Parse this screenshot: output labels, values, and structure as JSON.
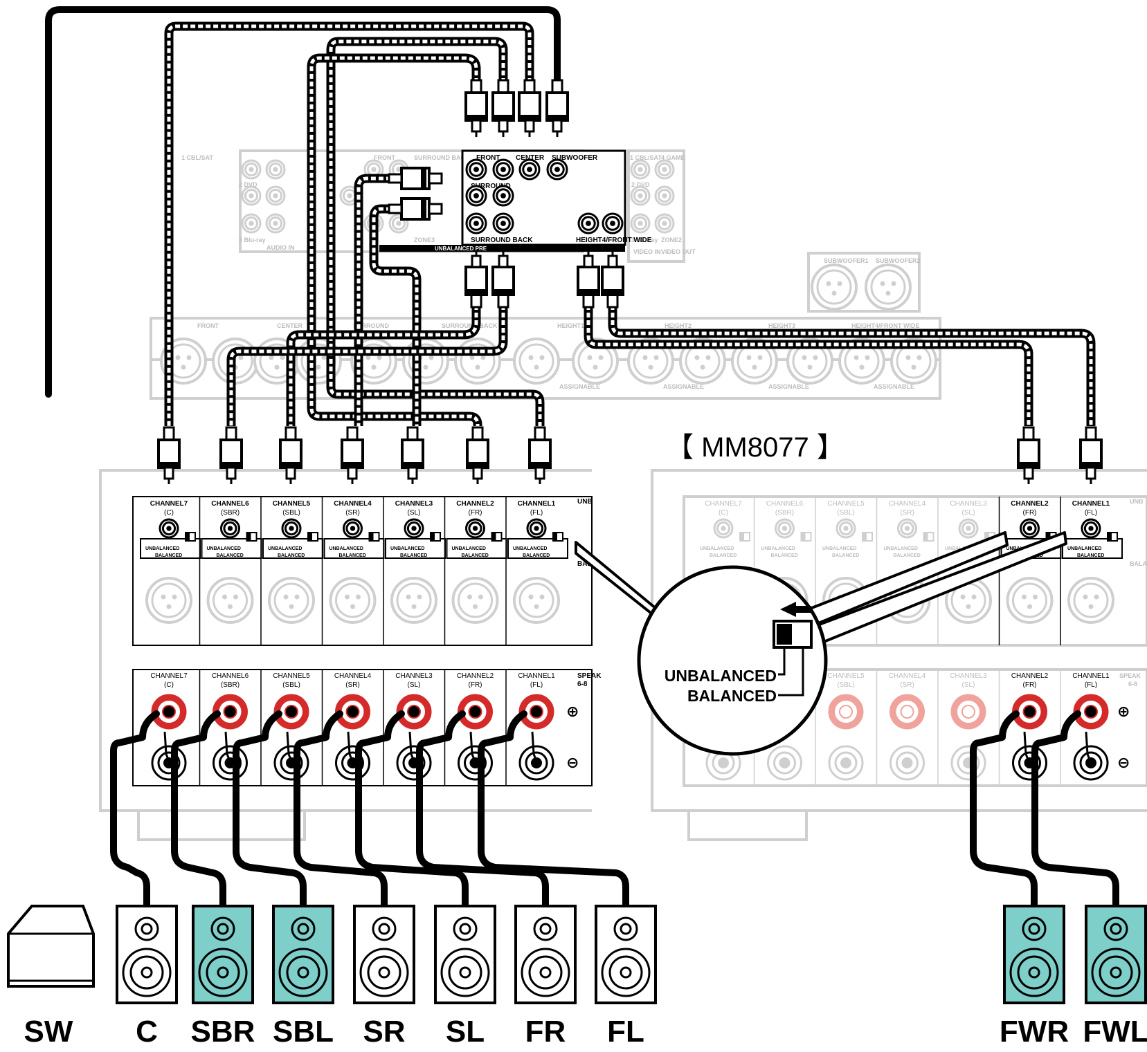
{
  "model_label": "【 MM8077 】",
  "switch_legend": {
    "unbalanced": "UNBALANCED",
    "balanced": "BALANCED"
  },
  "processor": {
    "pre_out_labels": {
      "front": "FRONT",
      "center": "CENTER",
      "subwoofer": "SUBWOOFER",
      "surround": "SURROUND",
      "surround_back": "SURROUND BACK",
      "height4": "HEIGHT4/FRONT WIDE",
      "unbalanced_pre": "UNBALANCED PRE"
    },
    "ghost_audio_in": [
      "1 CBL/SAT",
      "2 DVD",
      "3 Blu-ray",
      "AUDIO IN",
      "FRONT",
      "SURROUND BACK",
      "HEIGHT1",
      "HEIGHT3",
      "HEIGHT2",
      "ZONE2",
      "ZONE3",
      "VIDEO IN",
      "VIDEO OUT",
      "4 GAME"
    ],
    "ghost_balanced_pre": [
      "FRONT",
      "CENTER",
      "SURROUND",
      "SURROUND BACK",
      "HEIGHT1",
      "HEIGHT2",
      "HEIGHT3",
      "HEIGHT4/FRONT WIDE",
      "SUBWOOFER1",
      "SUBWOOFER2",
      "ASSIGNABLE"
    ]
  },
  "amp_left": {
    "channels": [
      {
        "name": "CHANNEL7",
        "sub": "(C)"
      },
      {
        "name": "CHANNEL6",
        "sub": "(SBR)"
      },
      {
        "name": "CHANNEL5",
        "sub": "(SBL)"
      },
      {
        "name": "CHANNEL4",
        "sub": "(SR)"
      },
      {
        "name": "CHANNEL3",
        "sub": "(SL)"
      },
      {
        "name": "CHANNEL2",
        "sub": "(FR)"
      },
      {
        "name": "CHANNEL1",
        "sub": "(FL)"
      }
    ],
    "switch_unbalanced": "UNBALANCED",
    "switch_balanced": "BALANCED",
    "cut_labels": [
      "UNB",
      "BALA",
      "SPEAK",
      "6-8"
    ],
    "plus": "⊕",
    "minus": "⊖"
  },
  "amp_right": {
    "channels": [
      {
        "name": "CHANNEL7",
        "sub": "(C)"
      },
      {
        "name": "CHANNEL6",
        "sub": "(SBR)"
      },
      {
        "name": "CHANNEL5",
        "sub": "(SBL)"
      },
      {
        "name": "CHANNEL4",
        "sub": "(SR)"
      },
      {
        "name": "CHANNEL3",
        "sub": "(SL)"
      },
      {
        "name": "CHANNEL2",
        "sub": "(FR)"
      },
      {
        "name": "CHANNEL1",
        "sub": "(FL)"
      }
    ],
    "cut_labels": [
      "UNB",
      "BALA",
      "SPEAK",
      "6-8"
    ]
  },
  "speakers": [
    {
      "label": "SW",
      "type": "subwoofer"
    },
    {
      "label": "C",
      "type": "white"
    },
    {
      "label": "SBR",
      "type": "teal"
    },
    {
      "label": "SBL",
      "type": "teal"
    },
    {
      "label": "SR",
      "type": "white"
    },
    {
      "label": "SL",
      "type": "white"
    },
    {
      "label": "FR",
      "type": "white"
    },
    {
      "label": "FL",
      "type": "white"
    },
    {
      "label": "FWR",
      "type": "teal"
    },
    {
      "label": "FWL",
      "type": "teal"
    }
  ],
  "colors": {
    "teal": "#7ececa",
    "red": "#d42a2a",
    "faded_red": "#f0a39c",
    "ghost": "#cfcfcf"
  }
}
